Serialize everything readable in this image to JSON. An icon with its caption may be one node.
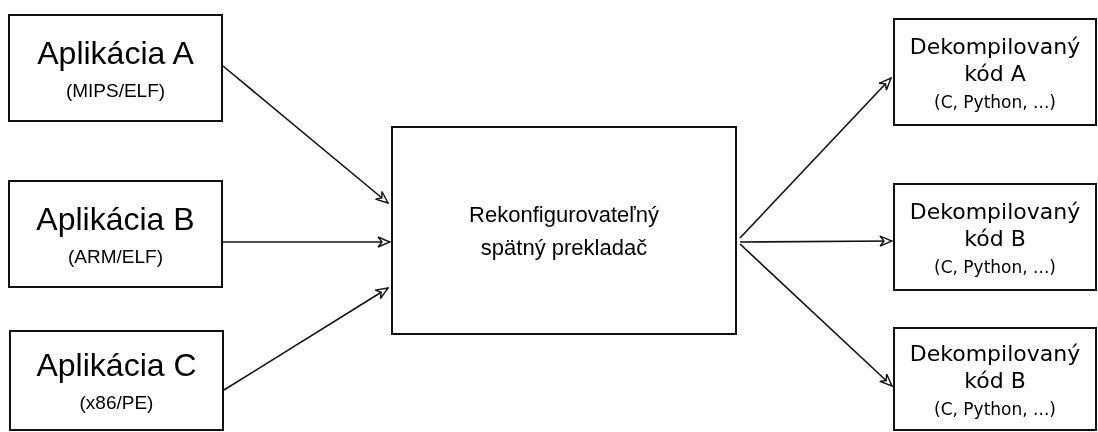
{
  "diagram": {
    "nodes": [
      {
        "text": [
          "Aplikácia A",
          "(MIPS/ELF)"
        ]
      },
      {
        "text": [
          "Aplikácia B",
          "(ARM/ELF)"
        ]
      },
      {
        "text": [
          "Aplikácia C",
          "(x86/PE)"
        ]
      },
      {
        "text": [
          "Rekonfigurovateľný spätný prekladač"
        ]
      },
      {
        "text": [
          "Dekompilovaný kód A",
          "(C, Python, ...)"
        ]
      },
      {
        "text": [
          "Dekompilovaný kód B",
          "(C, Python, ...)"
        ]
      },
      {
        "text": [
          "Dekompilovaný kód B",
          "(C, Python, ...)"
        ]
      }
    ],
    "edges": [
      {
        "from": 0,
        "to": 3,
        "arrow": "to"
      },
      {
        "from": 1,
        "to": 3,
        "arrow": "to"
      },
      {
        "from": 2,
        "to": 3,
        "arrow": "to"
      },
      {
        "from": 3,
        "to": 4,
        "arrow": "to"
      },
      {
        "from": 3,
        "to": 5,
        "arrow": "to"
      },
      {
        "from": 3,
        "to": 6,
        "arrow": "to"
      }
    ]
  }
}
